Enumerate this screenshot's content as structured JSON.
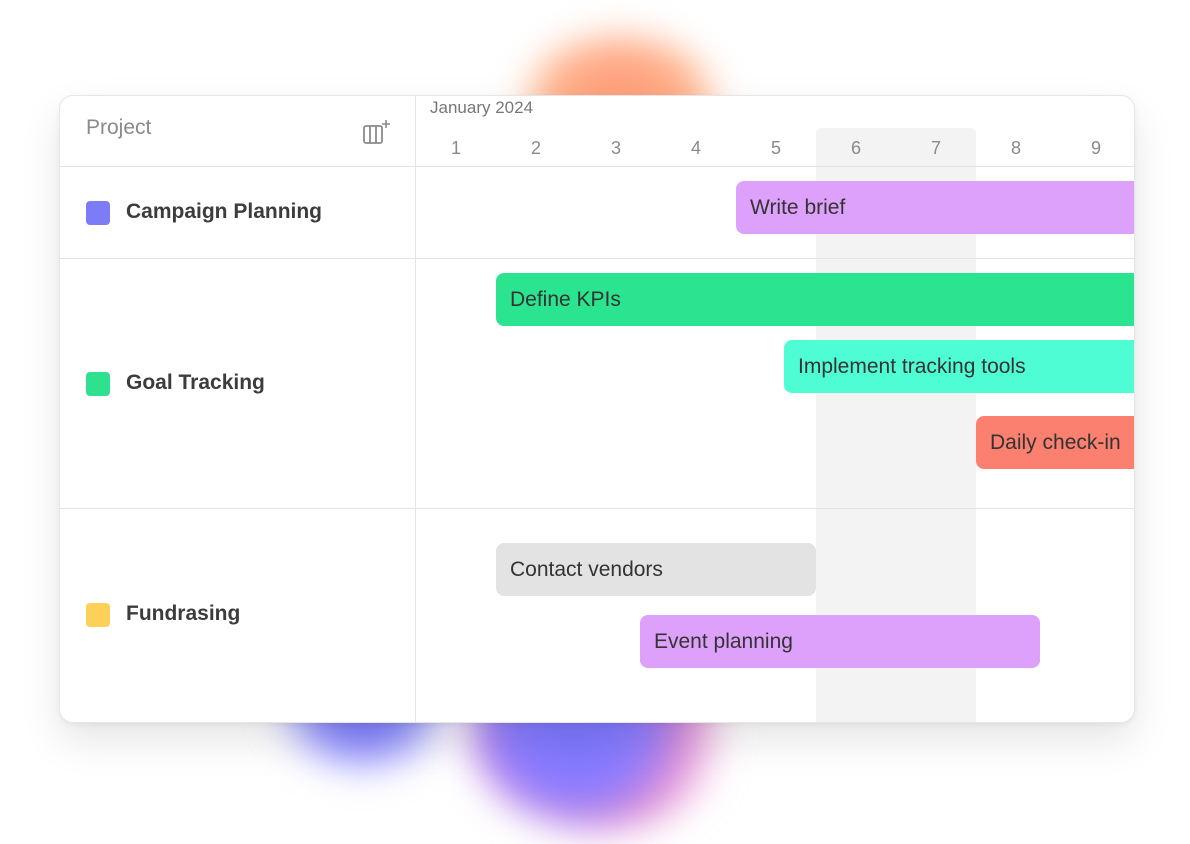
{
  "header": {
    "project_label": "Project",
    "month": "January 2024",
    "days": [
      "1",
      "2",
      "3",
      "4",
      "5",
      "6",
      "7",
      "8",
      "9"
    ],
    "add_column_icon": "add-column-icon"
  },
  "projects": [
    {
      "name": "Campaign Planning",
      "color": "#7b7cf6"
    },
    {
      "name": "Goal Tracking",
      "color": "#2fe08f"
    },
    {
      "name": "Fundrasing",
      "color": "#fdd05a"
    }
  ],
  "tasks": [
    {
      "label": "Write brief",
      "color": "#dea1fb"
    },
    {
      "label": "Define KPIs",
      "color": "#2be48f"
    },
    {
      "label": "Implement tracking tools",
      "color": "#4ffdd4"
    },
    {
      "label": "Daily check-in",
      "color": "#fb8070"
    },
    {
      "label": "Contact vendors",
      "color": "#e3e3e3"
    },
    {
      "label": "Event planning",
      "color": "#dea1fb"
    }
  ],
  "colors": {
    "weekend_shade": "#f3f3f3",
    "border": "#e4e4e4"
  }
}
